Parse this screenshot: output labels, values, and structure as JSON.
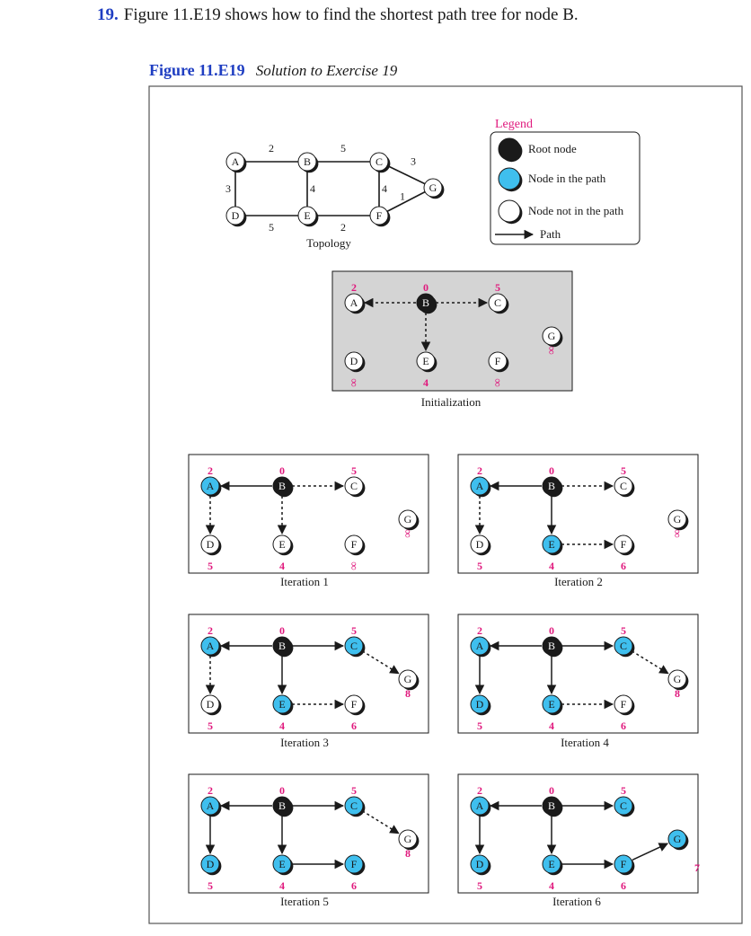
{
  "exercise": {
    "number": "19.",
    "text": "Figure 11.E19 shows how to find the shortest path tree for node B."
  },
  "figure": {
    "label": "Figure 11.E19",
    "caption": "Solution to Exercise 19"
  },
  "legend": {
    "title": "Legend",
    "items": [
      {
        "kind": "root",
        "label": "Root node"
      },
      {
        "kind": "path",
        "label": "Node in the path"
      },
      {
        "kind": "notpath",
        "label": "Node not in the path"
      },
      {
        "kind": "arrow",
        "label": "Path"
      }
    ]
  },
  "colors": {
    "accent_blue": "#1f3ec2",
    "magenta": "#e0197d",
    "node_cyan": "#3fbfee",
    "root_black": "#1a1a1a",
    "gray_panel": "#d4d4d4"
  },
  "topology": {
    "label": "Topology",
    "nodes": [
      "A",
      "B",
      "C",
      "D",
      "E",
      "F",
      "G"
    ],
    "edges": [
      {
        "from": "A",
        "to": "B",
        "weight": "2"
      },
      {
        "from": "B",
        "to": "C",
        "weight": "5"
      },
      {
        "from": "A",
        "to": "D",
        "weight": "3"
      },
      {
        "from": "B",
        "to": "E",
        "weight": "4"
      },
      {
        "from": "C",
        "to": "F",
        "weight": "4"
      },
      {
        "from": "D",
        "to": "E",
        "weight": "5"
      },
      {
        "from": "E",
        "to": "F",
        "weight": "2"
      },
      {
        "from": "C",
        "to": "G",
        "weight": "3"
      },
      {
        "from": "F",
        "to": "G",
        "weight": "1"
      }
    ]
  },
  "stages": [
    {
      "label": "Initialization",
      "nodes": {
        "A": {
          "state": "notpath",
          "cost": "2"
        },
        "B": {
          "state": "root",
          "cost": "0"
        },
        "C": {
          "state": "notpath",
          "cost": "5"
        },
        "D": {
          "state": "notpath",
          "cost": "∞"
        },
        "E": {
          "state": "notpath",
          "cost": "4"
        },
        "F": {
          "state": "notpath",
          "cost": "∞"
        },
        "G": {
          "state": "notpath",
          "cost": "∞"
        }
      },
      "links": [
        {
          "from": "B",
          "to": "A",
          "style": "dashed"
        },
        {
          "from": "B",
          "to": "C",
          "style": "dashed"
        },
        {
          "from": "B",
          "to": "E",
          "style": "dashed"
        }
      ]
    },
    {
      "label": "Iteration 1",
      "nodes": {
        "A": {
          "state": "path",
          "cost": "2"
        },
        "B": {
          "state": "root",
          "cost": "0"
        },
        "C": {
          "state": "notpath",
          "cost": "5"
        },
        "D": {
          "state": "notpath",
          "cost": "5"
        },
        "E": {
          "state": "notpath",
          "cost": "4"
        },
        "F": {
          "state": "notpath",
          "cost": "∞"
        },
        "G": {
          "state": "notpath",
          "cost": "∞"
        }
      },
      "links": [
        {
          "from": "B",
          "to": "A",
          "style": "solid"
        },
        {
          "from": "B",
          "to": "C",
          "style": "dashed"
        },
        {
          "from": "B",
          "to": "E",
          "style": "dashed"
        },
        {
          "from": "A",
          "to": "D",
          "style": "dashed"
        }
      ]
    },
    {
      "label": "Iteration 2",
      "nodes": {
        "A": {
          "state": "path",
          "cost": "2"
        },
        "B": {
          "state": "root",
          "cost": "0"
        },
        "C": {
          "state": "notpath",
          "cost": "5"
        },
        "D": {
          "state": "notpath",
          "cost": "5"
        },
        "E": {
          "state": "path",
          "cost": "4"
        },
        "F": {
          "state": "notpath",
          "cost": "6"
        },
        "G": {
          "state": "notpath",
          "cost": "∞"
        }
      },
      "links": [
        {
          "from": "B",
          "to": "A",
          "style": "solid"
        },
        {
          "from": "B",
          "to": "C",
          "style": "dashed"
        },
        {
          "from": "B",
          "to": "E",
          "style": "solid"
        },
        {
          "from": "A",
          "to": "D",
          "style": "dashed"
        },
        {
          "from": "E",
          "to": "F",
          "style": "dashed"
        }
      ]
    },
    {
      "label": "Iteration 3",
      "nodes": {
        "A": {
          "state": "path",
          "cost": "2"
        },
        "B": {
          "state": "root",
          "cost": "0"
        },
        "C": {
          "state": "path",
          "cost": "5"
        },
        "D": {
          "state": "notpath",
          "cost": "5"
        },
        "E": {
          "state": "path",
          "cost": "4"
        },
        "F": {
          "state": "notpath",
          "cost": "6"
        },
        "G": {
          "state": "notpath",
          "cost": "8"
        }
      },
      "links": [
        {
          "from": "B",
          "to": "A",
          "style": "solid"
        },
        {
          "from": "B",
          "to": "C",
          "style": "solid"
        },
        {
          "from": "B",
          "to": "E",
          "style": "solid"
        },
        {
          "from": "A",
          "to": "D",
          "style": "dashed"
        },
        {
          "from": "E",
          "to": "F",
          "style": "dashed"
        },
        {
          "from": "C",
          "to": "G",
          "style": "dashed"
        }
      ]
    },
    {
      "label": "Iteration 4",
      "nodes": {
        "A": {
          "state": "path",
          "cost": "2"
        },
        "B": {
          "state": "root",
          "cost": "0"
        },
        "C": {
          "state": "path",
          "cost": "5"
        },
        "D": {
          "state": "path",
          "cost": "5"
        },
        "E": {
          "state": "path",
          "cost": "4"
        },
        "F": {
          "state": "notpath",
          "cost": "6"
        },
        "G": {
          "state": "notpath",
          "cost": "8"
        }
      },
      "links": [
        {
          "from": "B",
          "to": "A",
          "style": "solid"
        },
        {
          "from": "B",
          "to": "C",
          "style": "solid"
        },
        {
          "from": "B",
          "to": "E",
          "style": "solid"
        },
        {
          "from": "A",
          "to": "D",
          "style": "solid"
        },
        {
          "from": "E",
          "to": "F",
          "style": "dashed"
        },
        {
          "from": "C",
          "to": "G",
          "style": "dashed"
        }
      ]
    },
    {
      "label": "Iteration 5",
      "nodes": {
        "A": {
          "state": "path",
          "cost": "2"
        },
        "B": {
          "state": "root",
          "cost": "0"
        },
        "C": {
          "state": "path",
          "cost": "5"
        },
        "D": {
          "state": "path",
          "cost": "5"
        },
        "E": {
          "state": "path",
          "cost": "4"
        },
        "F": {
          "state": "path",
          "cost": "6"
        },
        "G": {
          "state": "notpath",
          "cost": "8"
        }
      },
      "links": [
        {
          "from": "B",
          "to": "A",
          "style": "solid"
        },
        {
          "from": "B",
          "to": "C",
          "style": "solid"
        },
        {
          "from": "B",
          "to": "E",
          "style": "solid"
        },
        {
          "from": "A",
          "to": "D",
          "style": "solid"
        },
        {
          "from": "E",
          "to": "F",
          "style": "solid"
        },
        {
          "from": "C",
          "to": "G",
          "style": "dashed"
        }
      ]
    },
    {
      "label": "Iteration 6",
      "nodes": {
        "A": {
          "state": "path",
          "cost": "2"
        },
        "B": {
          "state": "root",
          "cost": "0"
        },
        "C": {
          "state": "path",
          "cost": "5"
        },
        "D": {
          "state": "path",
          "cost": "5"
        },
        "E": {
          "state": "path",
          "cost": "4"
        },
        "F": {
          "state": "path",
          "cost": "6"
        },
        "G": {
          "state": "path",
          "cost": "7"
        }
      },
      "links": [
        {
          "from": "B",
          "to": "A",
          "style": "solid"
        },
        {
          "from": "B",
          "to": "C",
          "style": "solid"
        },
        {
          "from": "B",
          "to": "E",
          "style": "solid"
        },
        {
          "from": "A",
          "to": "D",
          "style": "solid"
        },
        {
          "from": "E",
          "to": "F",
          "style": "solid"
        },
        {
          "from": "F",
          "to": "G",
          "style": "solid"
        }
      ]
    }
  ]
}
